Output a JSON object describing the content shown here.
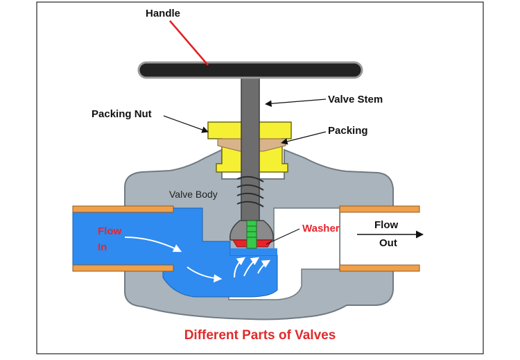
{
  "labels": {
    "handle": "Handle",
    "valve_stem": "Valve Stem",
    "packing_nut": "Packing Nut",
    "packing": "Packing",
    "valve_body": "Valve Body",
    "washer": "Washer",
    "flow_in_line1": "Flow",
    "flow_in_line2": "In",
    "flow_out_line1": "Flow",
    "flow_out_line2": "Out"
  },
  "caption": "Different Parts of Valves",
  "colors": {
    "body": "#a9b4bc",
    "body_outline": "#6f7a82",
    "water": "#2f8bf0",
    "pipe_band": "#f0a04a",
    "packing_nut": "#f6f034",
    "packing": "#d9b48a",
    "stem": "#6d6d6d",
    "washer": "#e8242b",
    "washer_bolt": "#36c94a",
    "handle_pointer": "#e21d1d",
    "caption": "#e02a2a"
  }
}
